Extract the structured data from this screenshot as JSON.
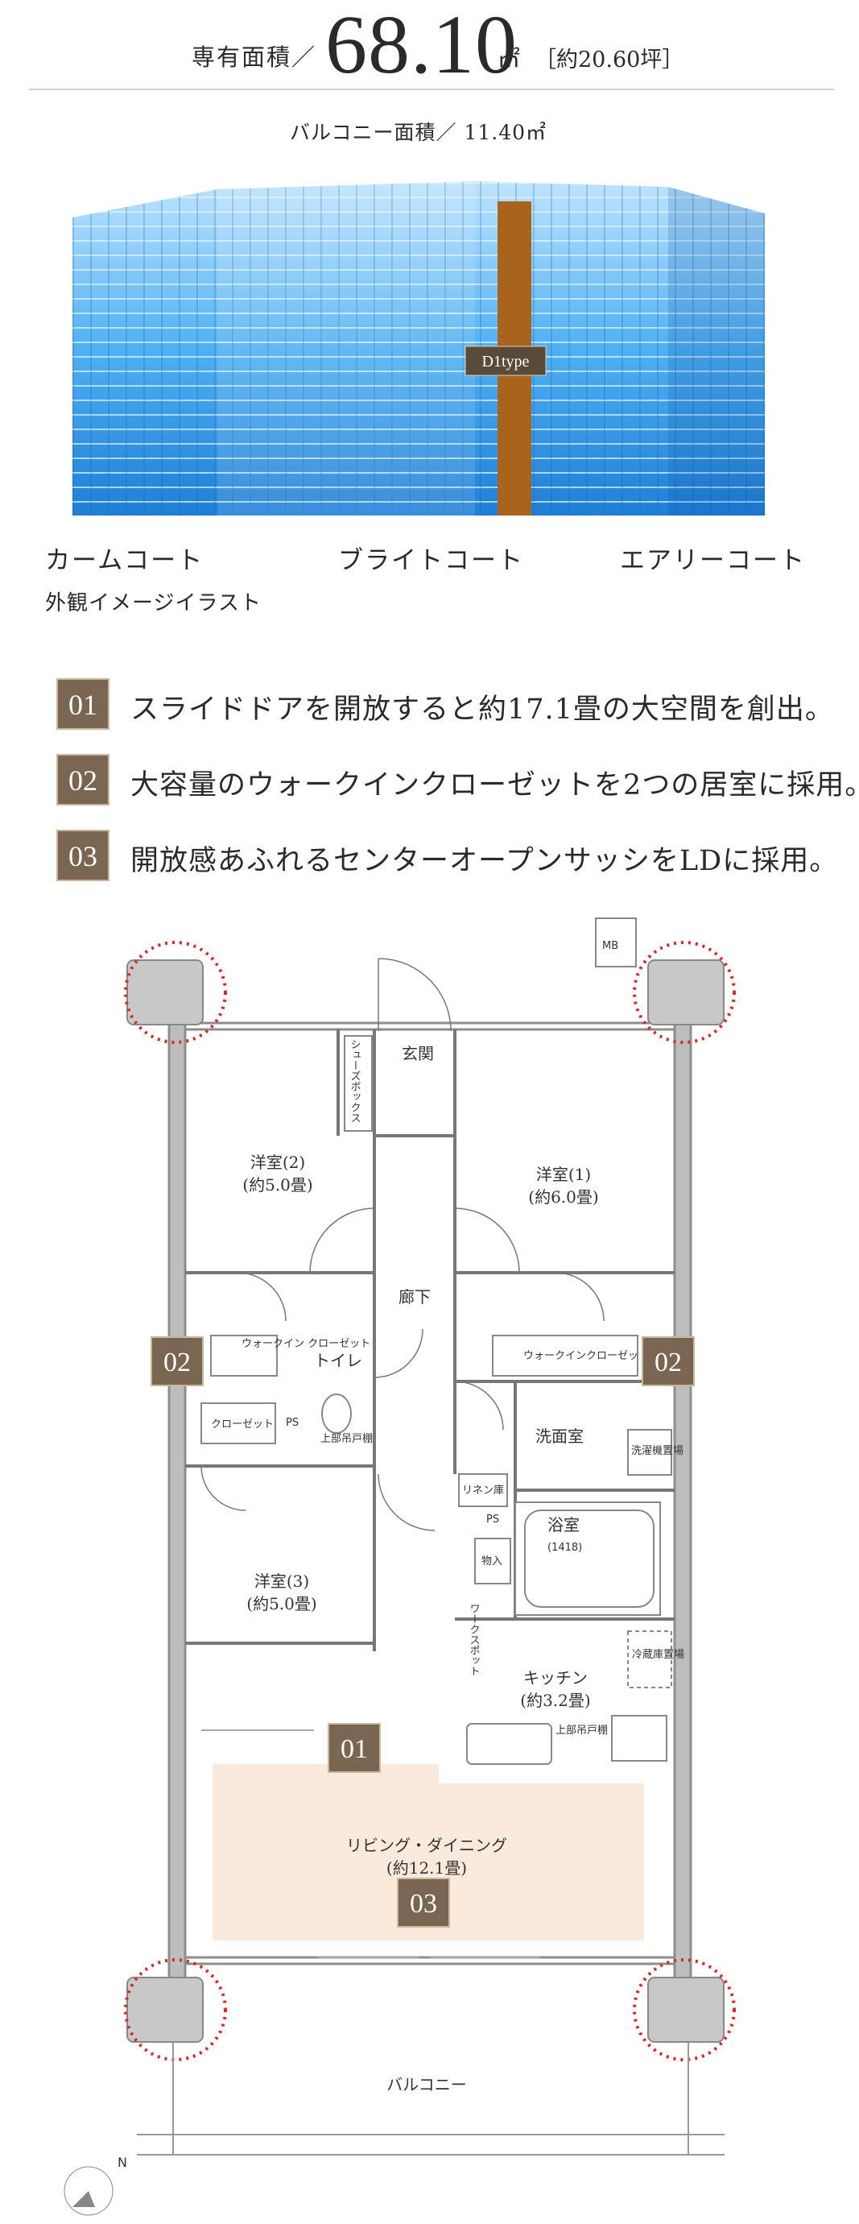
{
  "header": {
    "label": "専有面積／",
    "area_value": "68.10",
    "area_unit": "㎡",
    "tsubo": "［約20.60坪］"
  },
  "balcony_area": "バルコニー面積／ 11.40㎡",
  "building": {
    "type_tag": "D1type",
    "colors": {
      "glass": "#3aa6ee",
      "highlight": "#a8641c"
    },
    "courts": [
      "カームコート",
      "ブライトコート",
      "エアリーコート"
    ],
    "illustration_note": "外観イメージイラスト"
  },
  "features": [
    {
      "num": "01",
      "text": "スライドドアを開放すると約17.1畳の大空間を創出。"
    },
    {
      "num": "02",
      "text": "大容量のウォークインクローゼットを2つの居室に採用。"
    },
    {
      "num": "03",
      "text": "開放感あふれるセンターオープンサッシをLDに採用。"
    }
  ],
  "floorplan": {
    "colors": {
      "wall": "#a8a8a8",
      "pillar": "#c8c8c8",
      "ld_fill": "#fbeadb",
      "badge": "#7a6550",
      "dotted": "#d62a2a"
    },
    "mb": "MB",
    "entrance": "玄関",
    "shoes_box": "シューズボックス",
    "room2": {
      "name": "洋室(2)",
      "size": "(約5.0畳)"
    },
    "room1": {
      "name": "洋室(1)",
      "size": "(約6.0畳)"
    },
    "room3": {
      "name": "洋室(3)",
      "size": "(約5.0畳)"
    },
    "corridor": "廊下",
    "wic_left": "ウォークイン\nクローゼット",
    "wic_right": "ウォークインクローゼット",
    "toilet": "トイレ",
    "ps1": "PS",
    "ps2": "PS",
    "upper_cabinet1": "上部吊戸棚",
    "upper_cabinet2": "上部吊戸棚",
    "closet": "クローゼット",
    "washroom": "洗面室",
    "washer": "洗濯機置場",
    "linen": "リネン庫",
    "bath_name": "浴室",
    "bath_size": "(1418)",
    "storage": "物入",
    "workspot": "ワークスポット",
    "fridge": "冷蔵庫置場",
    "kitchen_name": "キッチン",
    "kitchen_size": "(約3.2畳)",
    "ld_name": "リビング・ダイニング",
    "ld_size": "(約12.1畳)",
    "balcony": "バルコニー",
    "compass": "N",
    "badges": {
      "b01": "01",
      "b02a": "02",
      "b02b": "02",
      "b03": "03"
    }
  }
}
